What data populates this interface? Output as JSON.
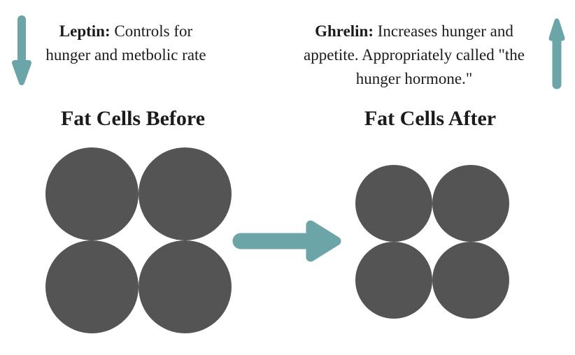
{
  "colors": {
    "teal_accent": "#6BA5A7",
    "cell_gray": "#545454",
    "text": "#1b1b1b",
    "background": "#ffffff"
  },
  "annotations": {
    "leptin": {
      "term": "Leptin:",
      "description": "Controls for hunger and metbolic rate"
    },
    "ghrelin": {
      "term": "Ghrelin:",
      "description": "Increases hunger and appetite. Appropriately called \"the hunger hormone.\""
    }
  },
  "sections": {
    "before": {
      "heading": "Fat Cells Before",
      "cell_count": 4
    },
    "after": {
      "heading": "Fat Cells After",
      "cell_count": 4
    }
  },
  "icons": {
    "leptin_arrow": "arrow-down-icon",
    "ghrelin_arrow": "arrow-up-icon",
    "transition_arrow": "arrow-right-icon"
  }
}
